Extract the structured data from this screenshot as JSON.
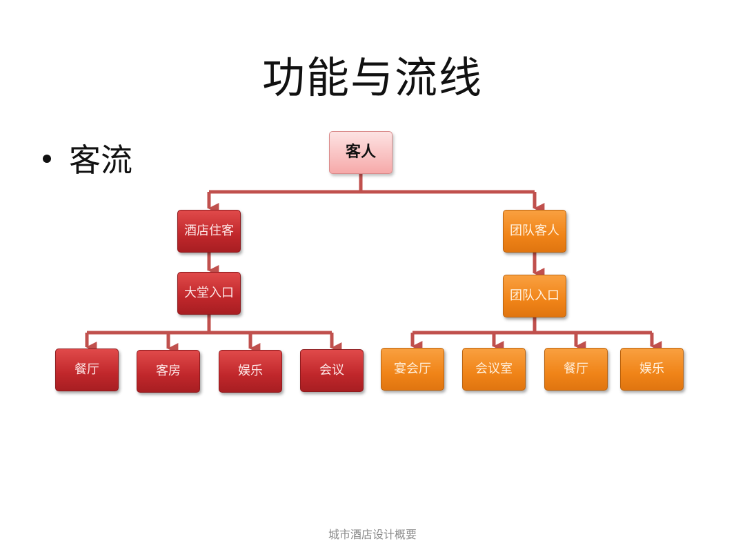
{
  "slide": {
    "title": "功能与流线",
    "bullet": "客流",
    "footer": "城市酒店设计概要"
  },
  "diagram": {
    "connector_color": "#c0504d",
    "colors": {
      "root": "#f8b4b4",
      "red": "#c0272b",
      "orange": "#f28c1e"
    },
    "root": {
      "label": "客人"
    },
    "left_branch": {
      "label": "酒店住客",
      "entrance": "大堂入口",
      "children": [
        "餐厅",
        "客房",
        "娱乐",
        "会议"
      ]
    },
    "right_branch": {
      "label": "团队客人",
      "entrance": "团队入口",
      "children": [
        "宴会厅",
        "会议室",
        "餐厅",
        "娱乐"
      ]
    }
  }
}
